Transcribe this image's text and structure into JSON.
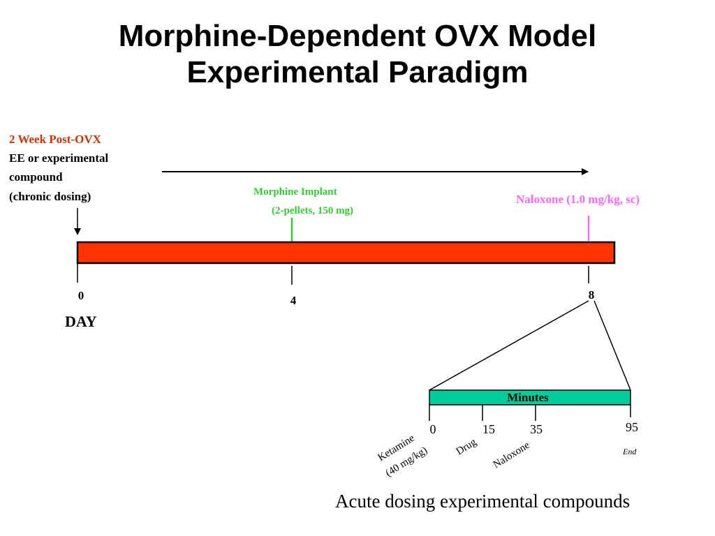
{
  "title": {
    "line1": "Morphine-Dependent OVX Model",
    "line2": "Experimental Paradigm"
  },
  "chronic_label": {
    "line1": "2 Week Post-OVX",
    "line2": "EE or experimental",
    "line3": "compound",
    "line4": "(chronic dosing)"
  },
  "morphine": {
    "line1": "Morphine Implant",
    "line2": "(2-pellets, 150 mg)"
  },
  "naloxone_label": "Naloxone (1.0 mg/kg, sc)",
  "day_timeline": {
    "unit_label": "DAY",
    "ticks": [
      "0",
      "4",
      "8"
    ]
  },
  "minutes_timeline": {
    "bar_label": "Minutes",
    "ticks": [
      "0",
      "15",
      "35",
      "95"
    ],
    "events": {
      "ketamine_line1": "Ketamine",
      "ketamine_line2": "(40 mg/kg)",
      "drug": "Drug",
      "naloxone": "Naloxone",
      "end": "End"
    }
  },
  "footer": "Acute dosing experimental compounds",
  "colors": {
    "day_bar": "#ff3300",
    "minutes_bar": "#00cc99",
    "chronic_heading": "#cc3300",
    "morphine": "#33cc33",
    "naloxone": "#ff66ff"
  }
}
